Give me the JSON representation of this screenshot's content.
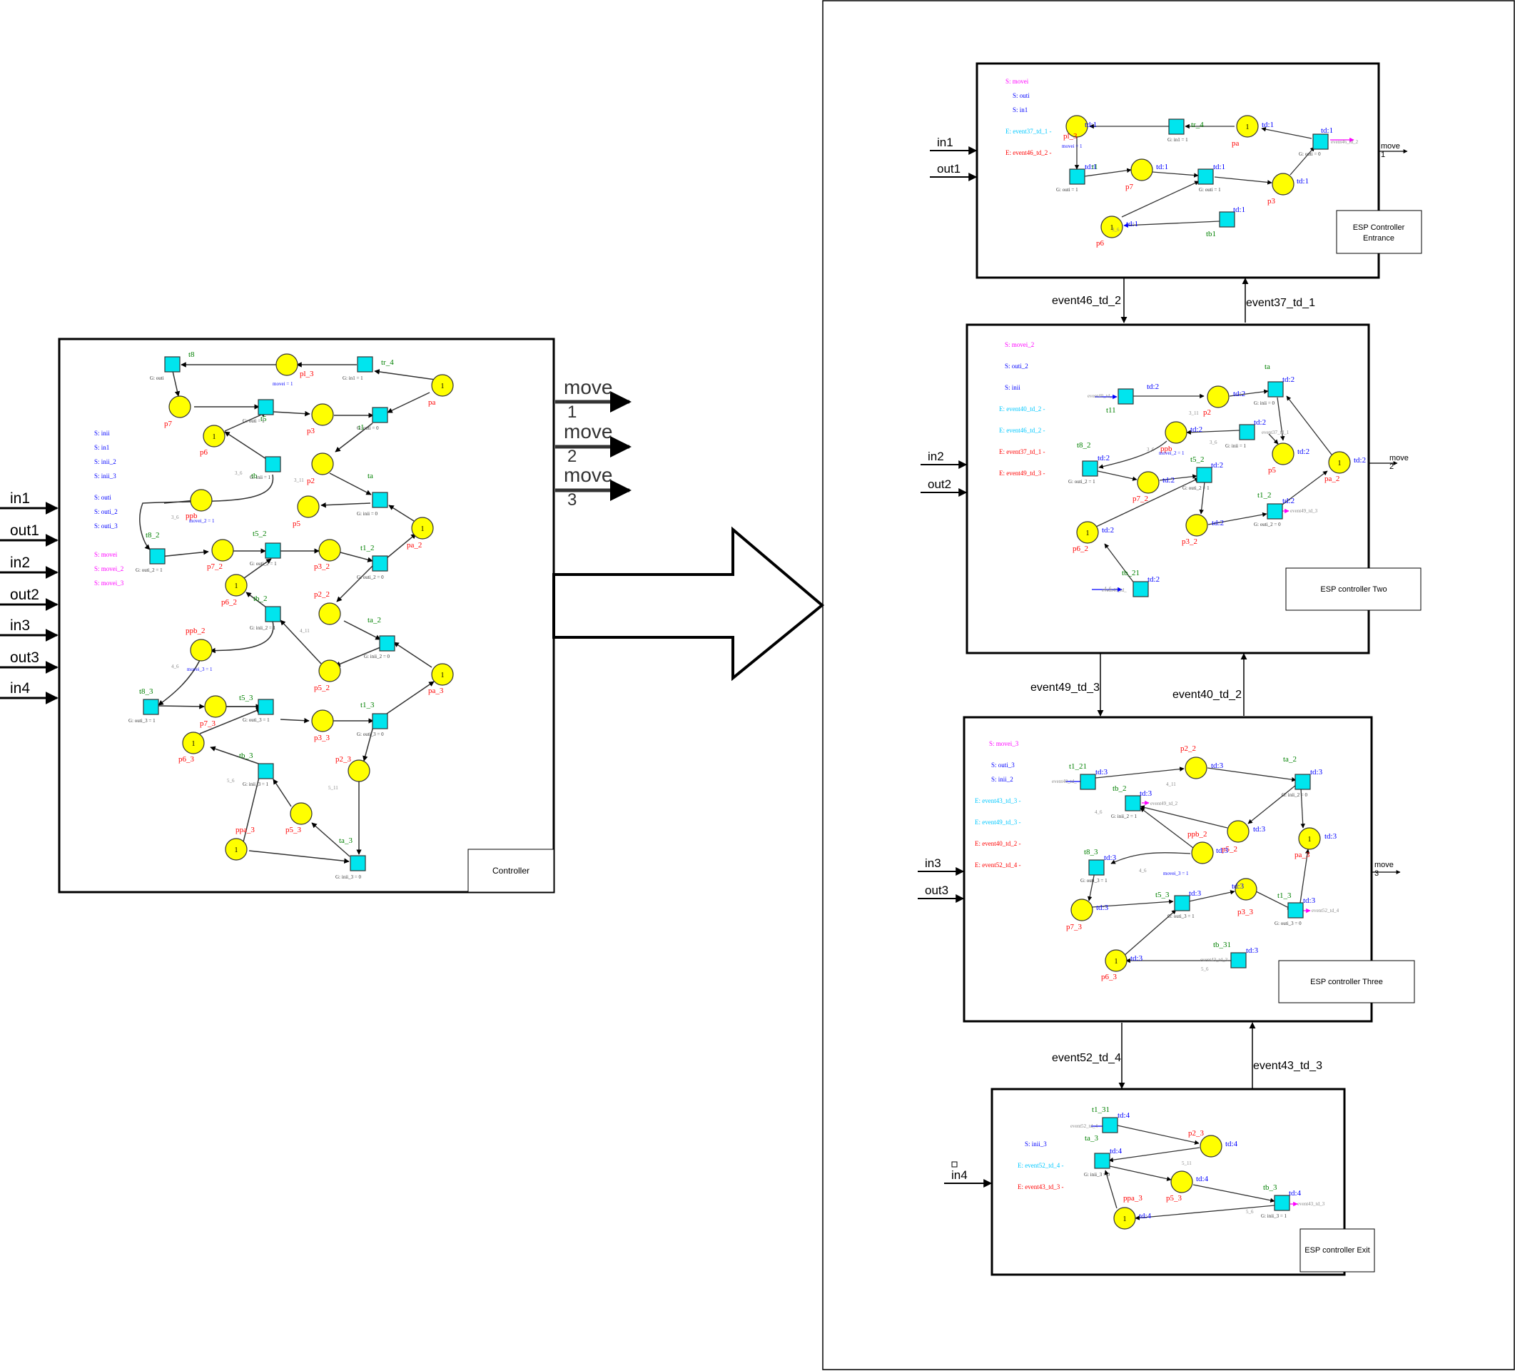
{
  "left": {
    "box_label": "Controller",
    "inputs": [
      "in1",
      "out1",
      "in2",
      "out2",
      "in3",
      "out3",
      "in4"
    ],
    "outputs": [
      "move 1",
      "move 2",
      "move 3"
    ],
    "signals": [
      {
        "text": "S: inii",
        "color": "#0000ff"
      },
      {
        "text": "S: in1",
        "color": "#0000ff"
      },
      {
        "text": "S: inii_2",
        "color": "#0000ff"
      },
      {
        "text": "S: inii_3",
        "color": "#0000ff"
      },
      {
        "text": "S: outi",
        "color": "#0000ff"
      },
      {
        "text": "S: outi_2",
        "color": "#0000ff"
      },
      {
        "text": "S: outi_3",
        "color": "#0000ff"
      },
      {
        "text": "S: movei",
        "color": "#ff00ff"
      },
      {
        "text": "S: movei_2",
        "color": "#ff00ff"
      },
      {
        "text": "S: movei_3",
        "color": "#ff00ff"
      }
    ],
    "places": [
      {
        "id": "pl_3",
        "label": "pl_3",
        "token": ""
      },
      {
        "id": "pa",
        "label": "pa",
        "token": "1"
      },
      {
        "id": "p7",
        "label": "p7",
        "token": ""
      },
      {
        "id": "p3",
        "label": "p3",
        "token": ""
      },
      {
        "id": "p6",
        "label": "p6",
        "token": "1"
      },
      {
        "id": "p2",
        "label": "p2",
        "token": ""
      },
      {
        "id": "ppb",
        "label": "ppb",
        "token": ""
      },
      {
        "id": "p5",
        "label": "p5",
        "token": ""
      },
      {
        "id": "pa_2",
        "label": "pa_2",
        "token": "1"
      },
      {
        "id": "p7_2",
        "label": "p7_2",
        "token": ""
      },
      {
        "id": "p3_2",
        "label": "p3_2",
        "token": ""
      },
      {
        "id": "p6_2",
        "label": "p6_2",
        "token": "1"
      },
      {
        "id": "p2_2",
        "label": "p2_2",
        "token": ""
      },
      {
        "id": "ppb_2",
        "label": "ppb_2",
        "token": ""
      },
      {
        "id": "p5_2",
        "label": "p5_2",
        "token": ""
      },
      {
        "id": "pa_3",
        "label": "pa_3",
        "token": "1"
      },
      {
        "id": "p7_3",
        "label": "p7_3",
        "token": ""
      },
      {
        "id": "p3_3",
        "label": "p3_3",
        "token": ""
      },
      {
        "id": "p6_3",
        "label": "p6_3",
        "token": "1"
      },
      {
        "id": "p2_3",
        "label": "p2_3",
        "token": ""
      },
      {
        "id": "p5_3",
        "label": "p5_3",
        "token": ""
      },
      {
        "id": "ppa_3",
        "label": "ppa_3",
        "token": "1"
      }
    ],
    "transitions": [
      {
        "id": "t8",
        "label": "t8",
        "guard": "G: outi"
      },
      {
        "id": "tr_4",
        "label": "tr_4",
        "guard": "G: in1 = 1"
      },
      {
        "id": "t5",
        "label": "t5",
        "guard": "G: outi = 1"
      },
      {
        "id": "t1",
        "label": "t1",
        "guard": "G: outi = 0"
      },
      {
        "id": "tb",
        "label": "tb",
        "guard": "G: inii = 1"
      },
      {
        "id": "ta",
        "label": "ta",
        "guard": "G: inii = 0"
      },
      {
        "id": "t8_2",
        "label": "t8_2",
        "guard": "G: outi_2 = 1"
      },
      {
        "id": "t5_2",
        "label": "t5_2",
        "guard": "G: outi_2 = 1"
      },
      {
        "id": "t1_2",
        "label": "t1_2",
        "guard": "G: outi_2 = 0"
      },
      {
        "id": "tb_2",
        "label": "tb_2",
        "guard": "G: inii_2 = 1"
      },
      {
        "id": "ta_2",
        "label": "ta_2",
        "guard": "G: inii_2 = 0"
      },
      {
        "id": "t8_3",
        "label": "t8_3",
        "guard": "G: outi_3 = 1"
      },
      {
        "id": "t5_3",
        "label": "t5_3",
        "guard": "G: outi_3 = 1"
      },
      {
        "id": "t1_3",
        "label": "t1_3",
        "guard": "G: outi_3 = 0"
      },
      {
        "id": "tb_3",
        "label": "tb_3",
        "guard": "G: inii_3 = 1"
      },
      {
        "id": "ta_3",
        "label": "ta_3",
        "guard": "G: inii_3 = 0"
      }
    ],
    "arc_notes": [
      "movei = 1",
      "movei_2 = 1",
      "movei_3 = 1",
      "3_6",
      "3_11",
      "4_6",
      "4_11",
      "5_6",
      "5_11"
    ]
  },
  "big_arrow": "",
  "right": {
    "blocks": [
      {
        "id": "entrance",
        "label": "ESP Controller Entrance",
        "inputs": [
          "in1",
          "out1"
        ],
        "output": "move 1",
        "signals": [
          {
            "text": "S: movei",
            "color": "#ff00ff"
          },
          {
            "text": "S: outi",
            "color": "#0000ff"
          },
          {
            "text": "S: in1",
            "color": "#0000ff"
          },
          {
            "text": "E: event37_td_1 -",
            "color": "#00c8ff"
          },
          {
            "text": "E: event46_td_2 -",
            "color": "#ff0000"
          }
        ],
        "places": [
          "pl_3",
          "pa",
          "p7",
          "p3",
          "p6"
        ],
        "transitions": [
          "tr_4",
          "t8",
          "t1",
          "t5",
          "tb1"
        ],
        "td": "td:1"
      },
      {
        "id": "two",
        "label": "ESP controller Two",
        "inputs": [
          "in2",
          "out2"
        ],
        "output": "move 2",
        "signals": [
          {
            "text": "S: movei_2",
            "color": "#ff00ff"
          },
          {
            "text": "S: outi_2",
            "color": "#0000ff"
          },
          {
            "text": "S: inii",
            "color": "#0000ff"
          },
          {
            "text": "E: event40_td_2 -",
            "color": "#00c8ff"
          },
          {
            "text": "E: event46_td_2 -",
            "color": "#00c8ff"
          },
          {
            "text": "E: event37_td_1 -",
            "color": "#ff0000"
          },
          {
            "text": "E: event49_td_3 -",
            "color": "#ff0000"
          }
        ],
        "places": [
          "p2",
          "ppb",
          "p5",
          "pa_2",
          "p7_2",
          "p6_2",
          "p3_2"
        ],
        "transitions": [
          "t11",
          "ta",
          "tb",
          "t8_2",
          "t5_2",
          "t1_2",
          "tb_21"
        ],
        "td": "td:2"
      },
      {
        "id": "three",
        "label": "ESP controller Three",
        "inputs": [
          "in3",
          "out3"
        ],
        "output": "move 3",
        "signals": [
          {
            "text": "S: movei_3",
            "color": "#ff00ff"
          },
          {
            "text": "S: outi_3",
            "color": "#0000ff"
          },
          {
            "text": "S: inii_2",
            "color": "#0000ff"
          },
          {
            "text": "E: event43_td_3 -",
            "color": "#00c8ff"
          },
          {
            "text": "E: event49_td_3 -",
            "color": "#00c8ff"
          },
          {
            "text": "E: event40_td_2 -",
            "color": "#ff0000"
          },
          {
            "text": "E: event52_td_4 -",
            "color": "#ff0000"
          }
        ],
        "places": [
          "p2_2",
          "p5_2",
          "ppb_2",
          "pa_3",
          "p7_3",
          "p3_3",
          "p6_3"
        ],
        "transitions": [
          "t1_21",
          "ta_2",
          "tb_2",
          "t8_3",
          "t5_3",
          "t1_3",
          "tb_31"
        ],
        "td": "td:3"
      },
      {
        "id": "exit",
        "label": "ESP controller Exit",
        "inputs": [
          "in4"
        ],
        "output": "",
        "signals": [
          {
            "text": "S: inii_3",
            "color": "#0000ff"
          },
          {
            "text": "E: event52_td_4 -",
            "color": "#00c8ff"
          },
          {
            "text": "E: event43_td_3 -",
            "color": "#ff0000"
          }
        ],
        "places": [
          "p2_3",
          "p5_3",
          "ppa_3"
        ],
        "transitions": [
          "t1_31",
          "ta_3",
          "tb_3"
        ],
        "td": "td:4"
      }
    ],
    "links": [
      {
        "text": "event46_td_2",
        "dir": "down"
      },
      {
        "text": "event37_td_1",
        "dir": "up"
      },
      {
        "text": "event49_td_3",
        "dir": "down"
      },
      {
        "text": "event40_td_2",
        "dir": "up"
      },
      {
        "text": "event52_td_4",
        "dir": "down"
      },
      {
        "text": "event43_td_3",
        "dir": "up"
      }
    ]
  },
  "colors": {
    "place": "#ffff00",
    "transition": "#00e5ee",
    "token": "#000000",
    "red": "#ff0000",
    "green": "#008000",
    "blue": "#0000ff",
    "magenta": "#ff00ff",
    "cyan": "#00c8ff"
  }
}
